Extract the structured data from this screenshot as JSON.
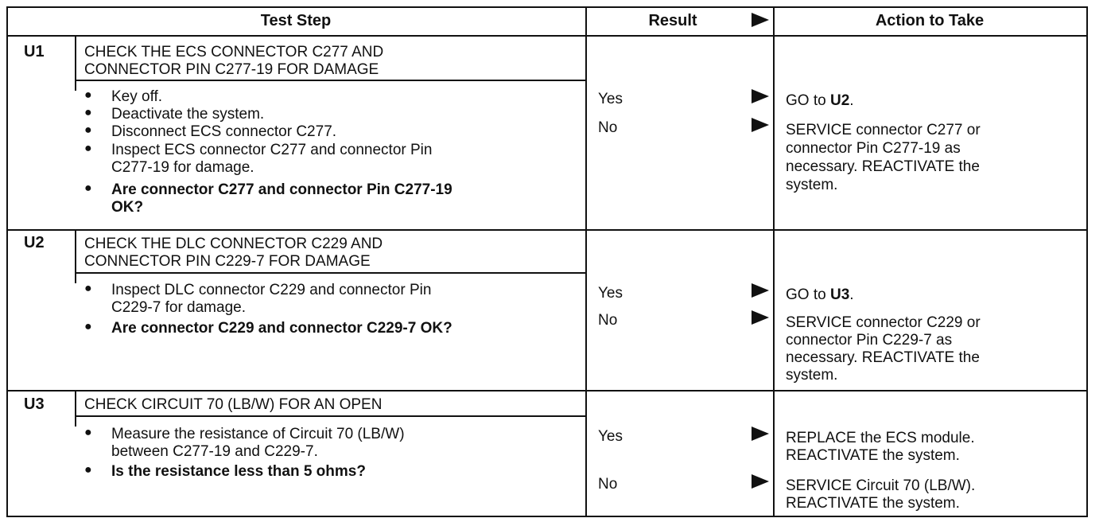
{
  "header": {
    "test_step": "Test Step",
    "result": "Result",
    "action": "Action to Take"
  },
  "steps": [
    {
      "id": "U1",
      "title": [
        "CHECK THE ECS CONNECTOR C277 AND",
        "CONNECTOR PIN C277-19 FOR DAMAGE"
      ],
      "bullets": [
        [
          "Key off."
        ],
        [
          "Deactivate the system."
        ],
        [
          "Disconnect ECS connector C277."
        ],
        [
          "Inspect ECS connector C277 and connector Pin",
          "C277-19 for damage."
        ],
        [
          "Are connector C277 and connector Pin C277-19",
          "OK?"
        ]
      ],
      "results": [
        {
          "label": "Yes",
          "action": [
            "GO to ",
            "U2",
            "."
          ]
        },
        {
          "label": "No",
          "action": [
            "SERVICE connector C277 or",
            "connector Pin C277-19 as",
            "necessary. REACTIVATE the",
            "system."
          ]
        }
      ]
    },
    {
      "id": "U2",
      "title": [
        "CHECK THE DLC CONNECTOR C229 AND",
        "CONNECTOR PIN C229-7 FOR DAMAGE"
      ],
      "bullets": [
        [
          "Inspect DLC connector C229 and connector Pin",
          "C229-7 for damage."
        ],
        [
          "Are connector C229 and connector C229-7 OK?"
        ]
      ],
      "results": [
        {
          "label": "Yes",
          "action": [
            "GO to ",
            "U3",
            "."
          ]
        },
        {
          "label": "No",
          "action": [
            "SERVICE connector C229 or",
            "connector Pin C229-7 as",
            "necessary. REACTIVATE the",
            "system."
          ]
        }
      ]
    },
    {
      "id": "U3",
      "title": [
        "CHECK CIRCUIT 70 (LB/W) FOR AN OPEN"
      ],
      "bullets": [
        [
          "Measure the resistance of Circuit 70 (LB/W)",
          "between C277-19 and C229-7."
        ],
        [
          "Is the resistance less than 5 ohms?"
        ]
      ],
      "results": [
        {
          "label": "Yes",
          "action": [
            "REPLACE the ECS module.",
            "REACTIVATE the system."
          ]
        },
        {
          "label": "No",
          "action": [
            "SERVICE Circuit 70 (LB/W).",
            "REACTIVATE the system."
          ]
        }
      ]
    }
  ]
}
